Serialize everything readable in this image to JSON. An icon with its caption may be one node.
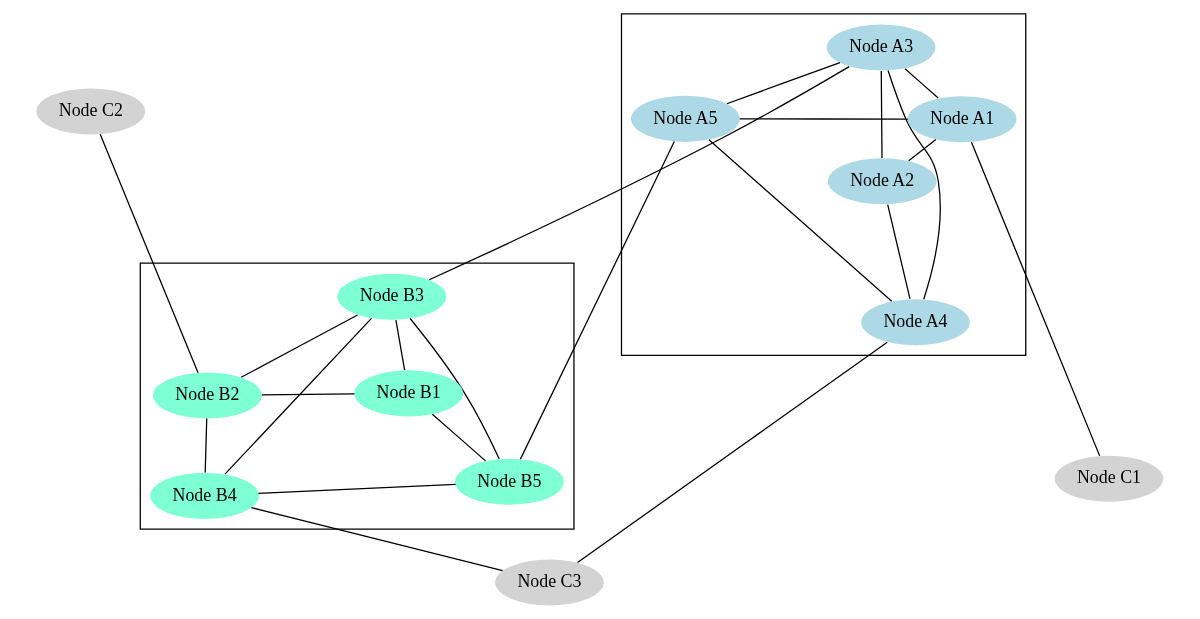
{
  "diagram": {
    "nodes": [
      {
        "text": [],
        "shape": "box"
      },
      {
        "text": [
          "Node B5"
        ],
        "in": 0
      },
      {
        "text": [
          "Node B4"
        ],
        "in": 0
      },
      {
        "text": [
          "Node B2"
        ],
        "in": 0
      },
      {
        "text": [
          "Node B3"
        ],
        "in": 0
      },
      {
        "text": [
          "Node B1"
        ],
        "in": 0
      },
      {
        "text": [
          "Node C3"
        ]
      },
      {
        "text": [
          "Node C2"
        ]
      },
      {
        "text": [],
        "shape": "box"
      },
      {
        "text": [
          "Node A4"
        ],
        "in": 8
      },
      {
        "text": [
          "Node A5"
        ],
        "in": 8
      },
      {
        "text": [
          "Node A1"
        ],
        "in": 8
      },
      {
        "text": [
          "Node A2"
        ],
        "in": 8
      },
      {
        "text": [
          "Node A3"
        ],
        "in": 8
      },
      {
        "text": [
          "Node C1"
        ]
      }
    ],
    "edges": [
      {
        "from": 1,
        "to": 2,
        "arrow": "none"
      },
      {
        "from": 2,
        "to": 3,
        "arrow": "none"
      },
      {
        "from": 1,
        "to": 4,
        "arrow": "none"
      },
      {
        "from": 1,
        "to": 5,
        "arrow": "none"
      },
      {
        "from": 2,
        "to": 4,
        "arrow": "none"
      },
      {
        "from": 3,
        "to": 4,
        "arrow": "none"
      },
      {
        "from": 3,
        "to": 5,
        "arrow": "none"
      },
      {
        "from": 4,
        "to": 5,
        "arrow": "none"
      },
      {
        "from": 9,
        "to": 10,
        "arrow": "none"
      },
      {
        "from": 10,
        "to": 11,
        "arrow": "none"
      },
      {
        "from": 9,
        "to": 12,
        "arrow": "none"
      },
      {
        "from": 9,
        "to": 13,
        "arrow": "none"
      },
      {
        "from": 10,
        "to": 13,
        "arrow": "none"
      },
      {
        "from": 11,
        "to": 12,
        "arrow": "none"
      },
      {
        "from": 11,
        "to": 13,
        "arrow": "none"
      },
      {
        "from": 12,
        "to": 13,
        "arrow": "none"
      },
      {
        "from": 6,
        "to": 2,
        "arrow": "none"
      },
      {
        "from": 3,
        "to": 7,
        "arrow": "none"
      },
      {
        "from": 6,
        "to": 9,
        "arrow": "none"
      },
      {
        "from": 1,
        "to": 10,
        "arrow": "none"
      },
      {
        "from": 4,
        "to": 13,
        "arrow": "none"
      },
      {
        "from": 11,
        "to": 14,
        "arrow": "none"
      }
    ]
  }
}
